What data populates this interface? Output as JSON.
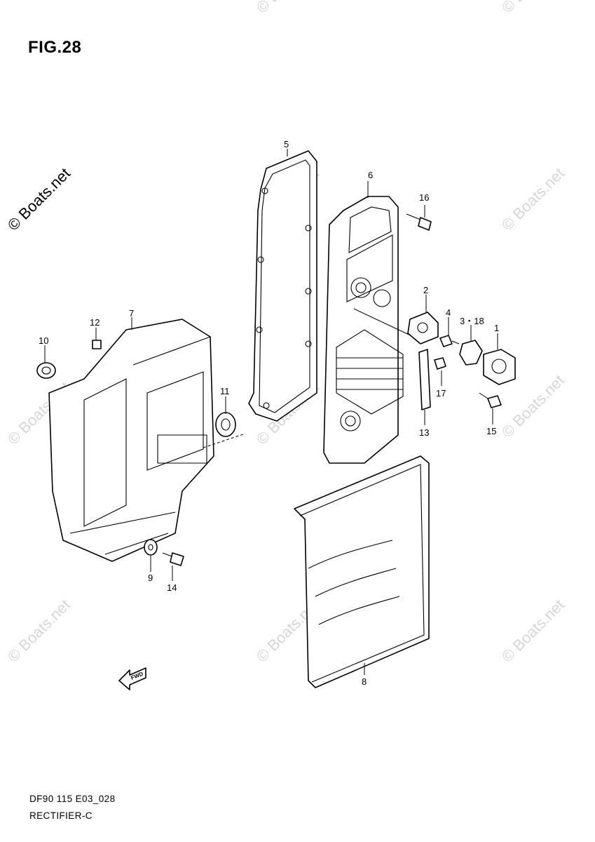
{
  "figure": {
    "title": "FIG.28"
  },
  "footer": {
    "code": "DF90 115 E03_028",
    "name": "RECTIFIER-C"
  },
  "watermark": {
    "text": "© Boats.net",
    "color": "#d6d6d6",
    "main_color": "#000000"
  },
  "direction_arrow": {
    "text": "FWD"
  },
  "parts": [
    {
      "number": "1"
    },
    {
      "number": "2"
    },
    {
      "number": "3・18"
    },
    {
      "number": "4"
    },
    {
      "number": "5"
    },
    {
      "number": "6"
    },
    {
      "number": "7"
    },
    {
      "number": "8"
    },
    {
      "number": "9"
    },
    {
      "number": "10"
    },
    {
      "number": "11"
    },
    {
      "number": "12"
    },
    {
      "number": "13"
    },
    {
      "number": "14"
    },
    {
      "number": "15"
    },
    {
      "number": "16"
    },
    {
      "number": "17"
    }
  ]
}
